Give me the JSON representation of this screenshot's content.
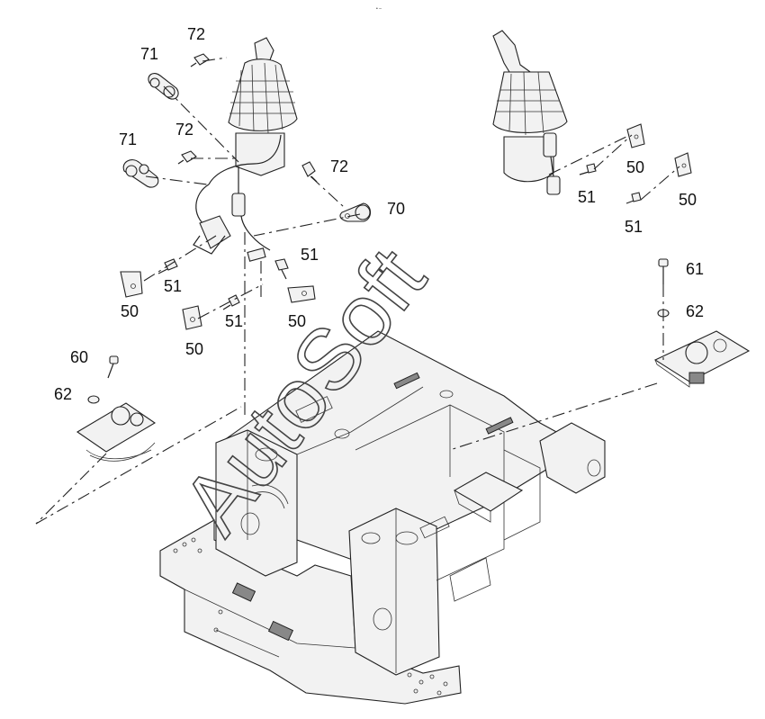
{
  "header": {
    "mark": "• ‒"
  },
  "watermark": "AutoSoft",
  "callouts": [
    {
      "id": "c72a",
      "text": "72"
    },
    {
      "id": "c71a",
      "text": "71"
    },
    {
      "id": "c72b",
      "text": "72"
    },
    {
      "id": "c71b",
      "text": "71"
    },
    {
      "id": "c72c",
      "text": "72"
    },
    {
      "id": "c70",
      "text": "70"
    },
    {
      "id": "c51a",
      "text": "51"
    },
    {
      "id": "c51b",
      "text": "51"
    },
    {
      "id": "c50a",
      "text": "50"
    },
    {
      "id": "c51c",
      "text": "51"
    },
    {
      "id": "c50b",
      "text": "50"
    },
    {
      "id": "c50c",
      "text": "50"
    },
    {
      "id": "c50d",
      "text": "50"
    },
    {
      "id": "c51d",
      "text": "51"
    },
    {
      "id": "c50e",
      "text": "50"
    },
    {
      "id": "c51e",
      "text": "51"
    },
    {
      "id": "c61",
      "text": "61"
    },
    {
      "id": "c62a",
      "text": "62"
    },
    {
      "id": "c60",
      "text": "60"
    },
    {
      "id": "c62b",
      "text": "62"
    }
  ]
}
